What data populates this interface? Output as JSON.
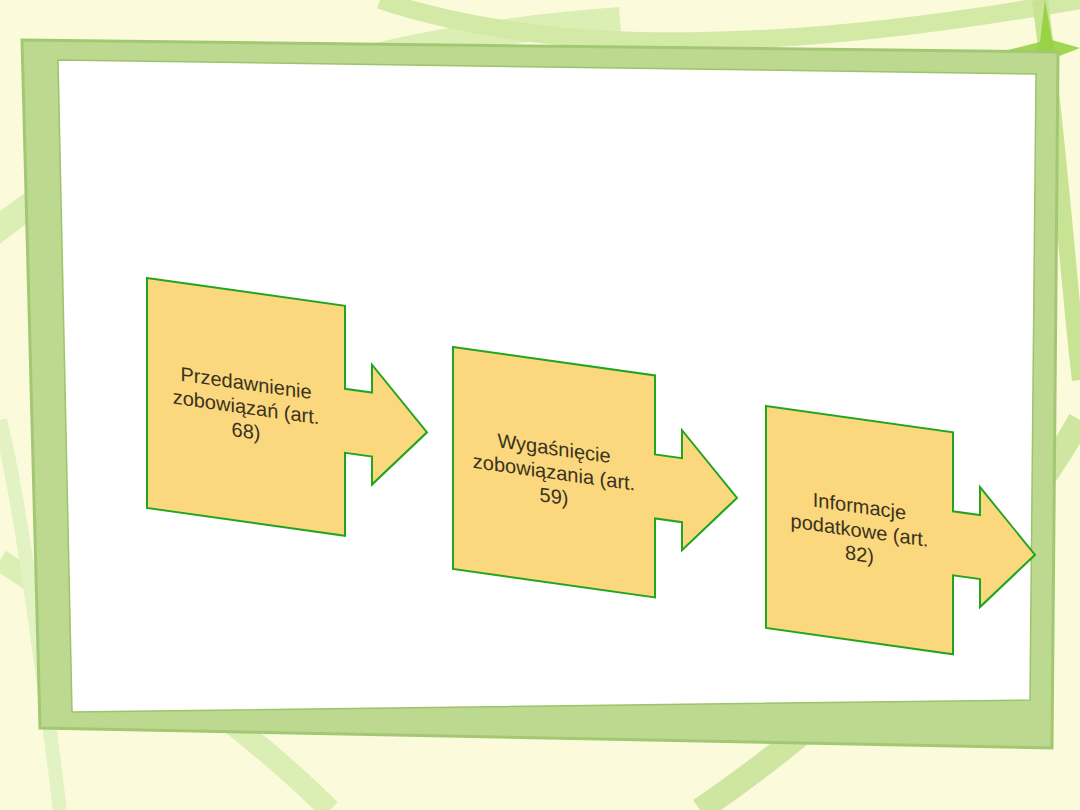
{
  "diagram": {
    "nodes": [
      {
        "text": [
          "Przedawnienie zobowiązań (art. 68)"
        ]
      },
      {
        "text": [
          "Wygaśnięcie zobowiązania (art. 59)"
        ]
      },
      {
        "text": [
          "Informacje podatkowe (art. 82)"
        ]
      }
    ]
  }
}
